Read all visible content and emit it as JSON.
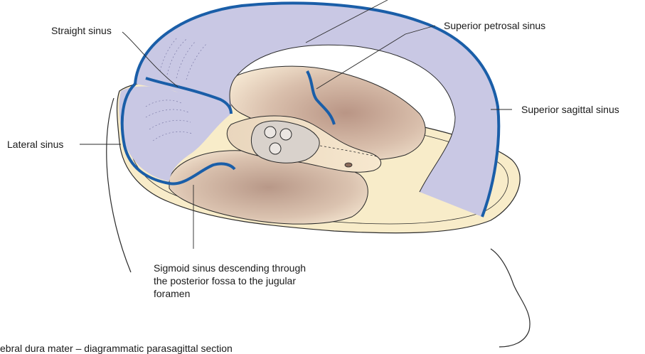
{
  "labels": {
    "straight_sinus": "Straight sinus",
    "superior_petrosal_sinus": "Superior petrosal sinus",
    "superior_sagittal_sinus": "Superior sagittal sinus",
    "lateral_sinus": "Lateral sinus",
    "sigmoid_sinus": "Sigmoid sinus descending through the posterior fossa to the jugular foramen"
  },
  "caption": "ebral dura mater – diagrammatic parasagittal section",
  "colors": {
    "sinus_blue": "#1a5ea8",
    "falx_lavender": "#c9c8e4",
    "dura_cream": "#f8ecc9",
    "fossa_brown": "#c9aa98",
    "bone_grey": "#d9d2cc"
  }
}
